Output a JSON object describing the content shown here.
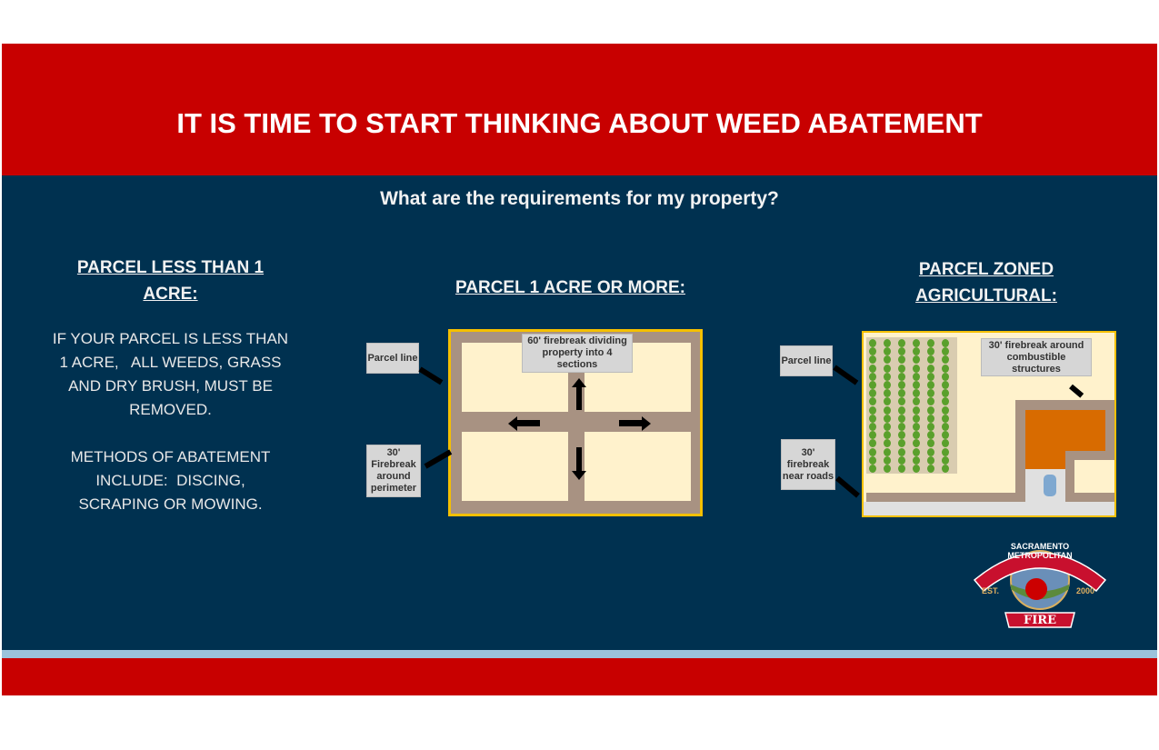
{
  "title": "IT IS TIME TO START THINKING ABOUT WEED ABATEMENT",
  "subtitle": "What are the requirements for my property?",
  "small_parcel": {
    "heading_line1": "PARCEL LESS THAN 1",
    "heading_line2": "ACRE:",
    "text_lines": [
      "IF YOUR PARCEL IS LESS THAN",
      "1 ACRE,   ALL WEEDS, GRASS",
      "AND DRY BRUSH, MUST BE",
      "REMOVED."
    ],
    "methods_lines": [
      "METHODS OF ABATEMENT",
      "INCLUDE:  DISCING,",
      "SCRAPING OR MOWING."
    ]
  },
  "large_parcel": {
    "heading": "PARCEL 1 ACRE OR MORE:",
    "label_parcel_line": "Parcel line",
    "label_perimeter": "30' Firebreak around perimeter",
    "label_dividing": "60' firebreak dividing property into 4 sections"
  },
  "agricultural": {
    "heading_line1": "PARCEL ZONED",
    "heading_line2": "AGRICULTURAL:",
    "label_parcel_line": "Parcel line",
    "label_roads": "30' firebreak near roads",
    "label_structures": "30' firebreak around combustible structures"
  },
  "logo": {
    "text_top": "SACRAMENTO METROPOLITAN",
    "est": "EST.",
    "year": "2000",
    "text_bottom": "FIRE"
  },
  "colors": {
    "red": "#c80000",
    "navy": "#003150",
    "stripe": "#9cc3dc",
    "firebreak": "#a89282",
    "land": "#fff2cc",
    "border": "#f5c000"
  }
}
